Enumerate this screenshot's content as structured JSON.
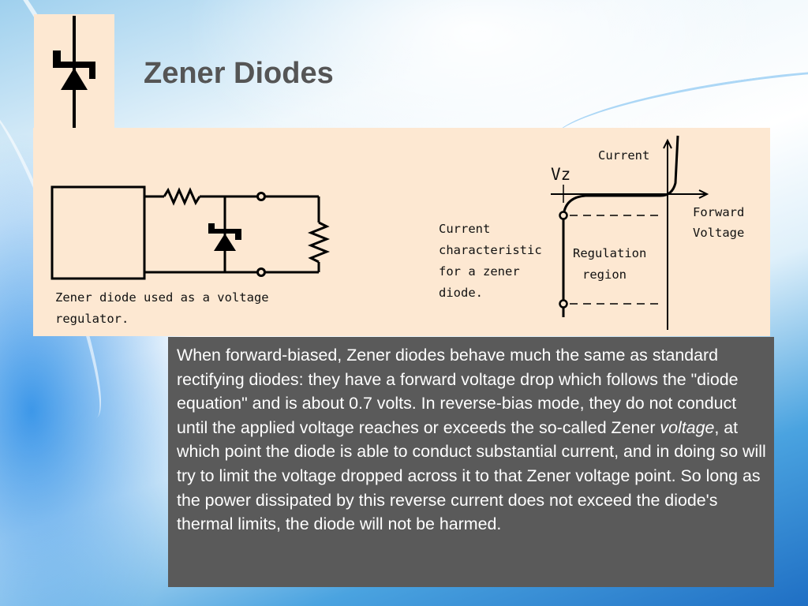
{
  "slide": {
    "title": "Zener Diodes"
  },
  "circuit_figure": {
    "caption_line1": "Zener diode used as a voltage",
    "caption_line2": "regulator."
  },
  "characteristic_figure": {
    "axis_current": "Current",
    "vz_label": "Vz",
    "forward_line1": "Forward",
    "forward_line2": "Voltage",
    "desc_line1": "Current",
    "desc_line2": "characteristic",
    "desc_line3": "for a zener",
    "desc_line4": "diode.",
    "region_line1": "Regulation",
    "region_line2": "region"
  },
  "body": {
    "text_before_italic": "When forward-biased, Zener diodes behave much the same as standard rectifying diodes: they have a forward voltage drop which follows the \"diode equation\" and is about 0.7 volts. In reverse-bias mode, they do not conduct until the applied voltage reaches or exceeds the so-called Zener ",
    "italic_word": "voltage",
    "text_after_italic": ", at which point the diode is able to conduct substantial current, and in doing so will try to limit the voltage dropped across it to that Zener voltage point. So long as the power dissipated by this reverse current does not exceed the diode's thermal limits, the diode will not be harmed."
  },
  "colors": {
    "panel_background": "#fde8d2",
    "text_box_background": "#5a5a5a",
    "title_color": "#555555"
  }
}
